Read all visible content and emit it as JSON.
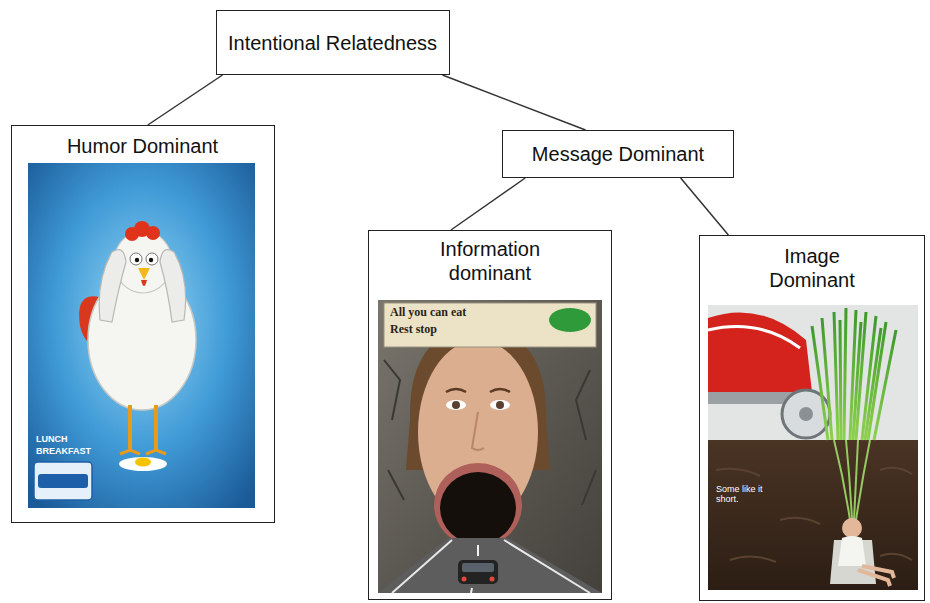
{
  "diagram": {
    "nodes": [
      {
        "text": [
          "Intentional Relatedness"
        ]
      },
      {
        "text": [
          "Humor Dominant"
        ]
      },
      {
        "text": [
          "Message Dominant"
        ]
      },
      {
        "text": [
          "Information dominant"
        ]
      },
      {
        "text": [
          "Image Dominant"
        ]
      }
    ],
    "edges": [
      {
        "from": 0,
        "to": 1,
        "arrow": "none"
      },
      {
        "from": 0,
        "to": 2,
        "arrow": "none"
      },
      {
        "from": 2,
        "to": 3,
        "arrow": "none"
      },
      {
        "from": 2,
        "to": 4,
        "arrow": "none"
      }
    ],
    "labels": [
      "LUNCH",
      "BREAKFAST",
      "All you can eat",
      "Rest stop",
      "Some like it short."
    ]
  }
}
